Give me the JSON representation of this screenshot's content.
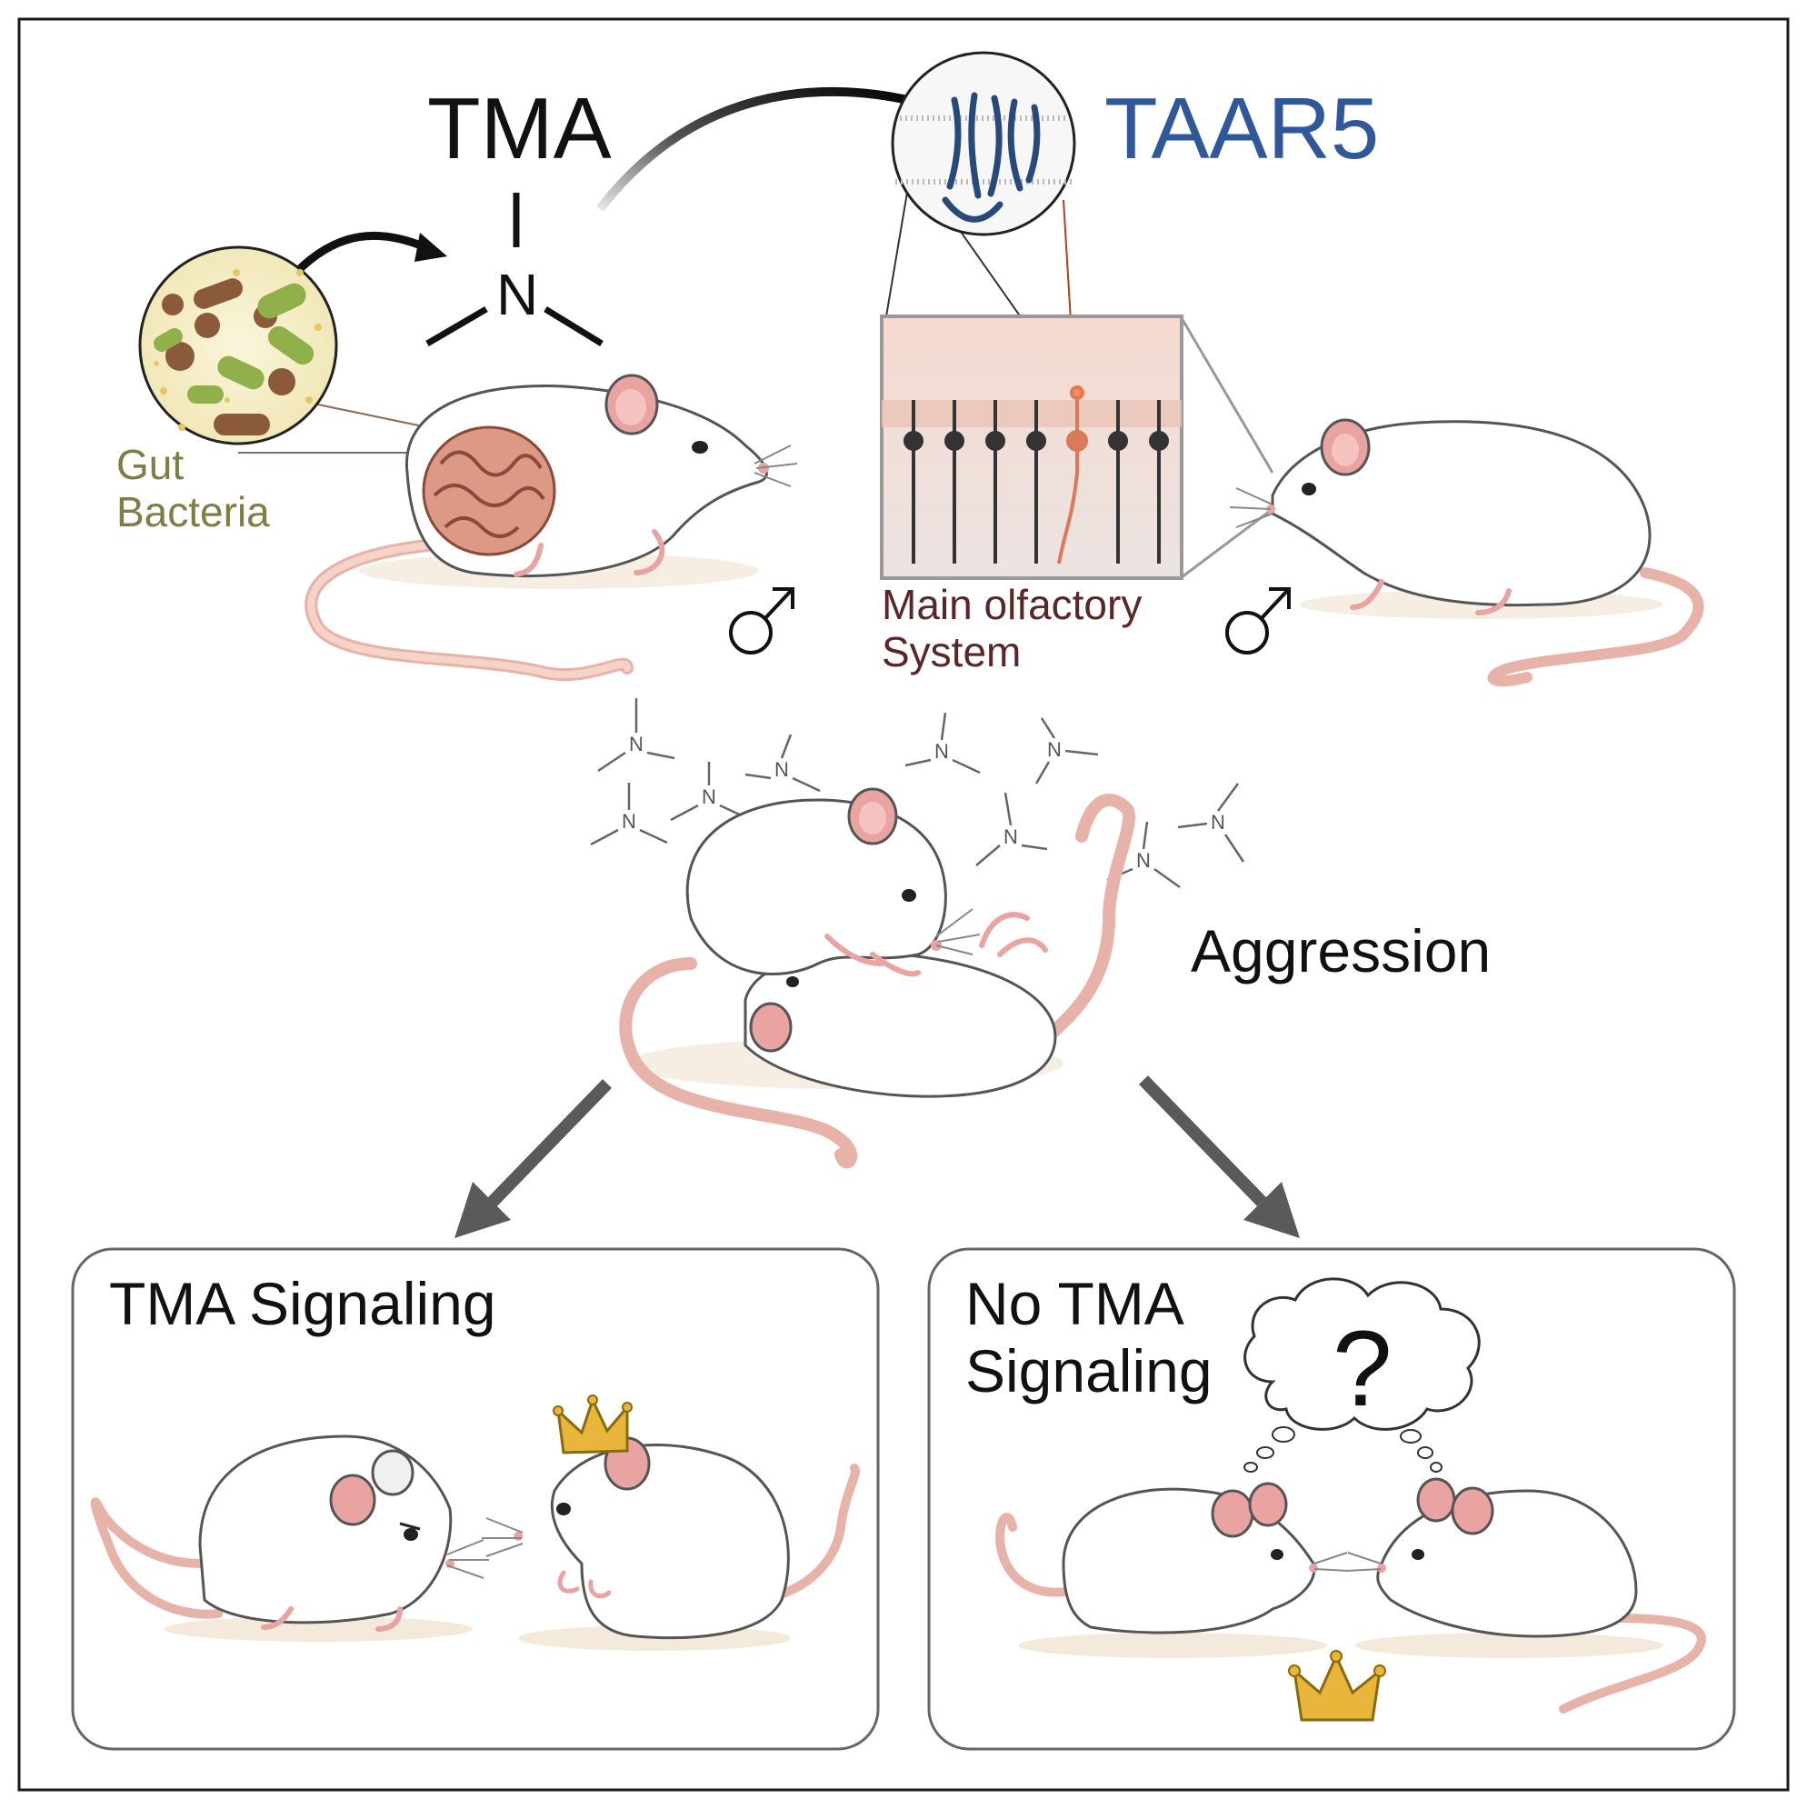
{
  "labels": {
    "tma": "TMA",
    "taar5": "TAAR5",
    "gut_bacteria_line1": "Gut",
    "gut_bacteria_line2": "Bacteria",
    "olfactory_line1": "Main olfactory",
    "olfactory_line2": "System",
    "aggression": "Aggression",
    "tma_signaling": "TMA Signaling",
    "no_tma_line1": "No TMA",
    "no_tma_line2": "Signaling",
    "question": "?",
    "male_symbol": "♂",
    "nitrogen": "N"
  },
  "colors": {
    "taar5_text": "#2f579a",
    "gut_text": "#7e7d45",
    "olfactory_text": "#5a2626",
    "mouse_body": "#ffffff",
    "mouse_ear": "#e9a3a0",
    "tail": "#efc3b8",
    "crown": "#e7b63a",
    "arrow_gray": "#555555",
    "frame": "#1a1a1a"
  },
  "icons": {
    "molecule": "trimethylamine-structure-icon",
    "receptor": "taar5-receptor-icon",
    "bacteria": "gut-bacteria-icon",
    "crown": "crown-icon",
    "thought": "thought-bubble-icon"
  }
}
